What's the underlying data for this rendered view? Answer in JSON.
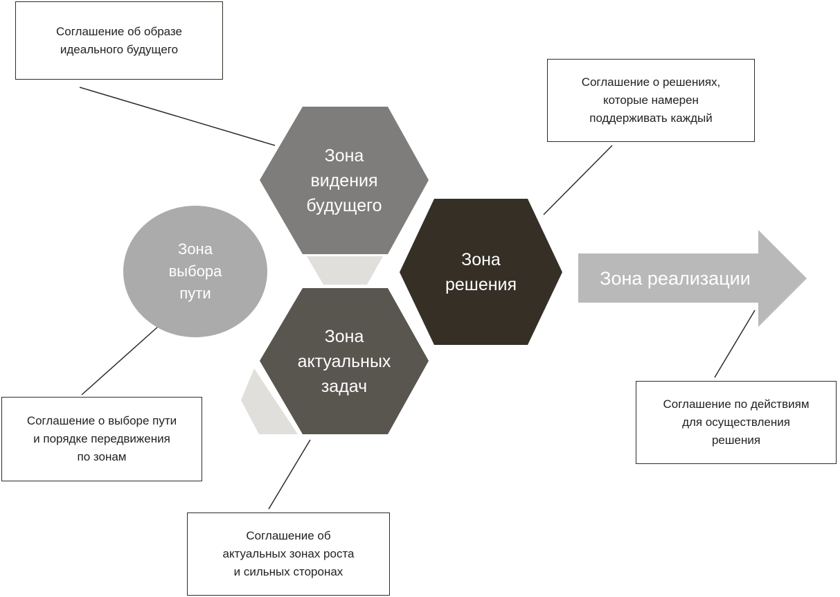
{
  "zones": {
    "vision": "Зона\nвидения\nбудущего",
    "path": "Зона\nвыбора\nпути",
    "tasks": "Зона\nактуальных\nзадач",
    "decision": "Зона\nрешения",
    "implementation": "Зона реализации"
  },
  "agreements": {
    "vision": "Соглашение об образе\nидеального будущего",
    "decision": "Соглашение о решениях,\nкоторые намерен\nподдерживать каждый",
    "path": "Соглашение о выборе пути\nи порядке передвижения\nпо зонам",
    "implementation": "Соглашение по действиям\nдля осуществления\nрешения",
    "tasks": "Соглашение об\nактуальных зонах роста\nи сильных сторонах"
  },
  "colors": {
    "vision": "#7f7d7b",
    "tasks": "#59554f",
    "decision": "#352f26",
    "path": "#ababab",
    "arrow": "#b9b9b9",
    "connector": "#e0dfdb"
  }
}
